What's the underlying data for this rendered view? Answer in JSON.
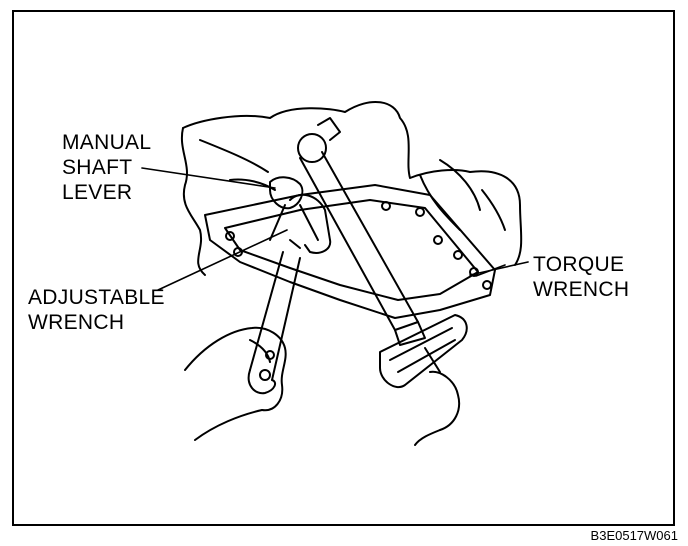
{
  "labels": {
    "manual_shaft_lever": [
      "MANUAL",
      "SHAFT",
      "LEVER"
    ],
    "adjustable_wrench": [
      "ADJUSTABLE",
      "WRENCH"
    ],
    "torque_wrench": [
      "TORQUE",
      "WRENCH"
    ]
  },
  "figure_code": "B3E0517W061"
}
